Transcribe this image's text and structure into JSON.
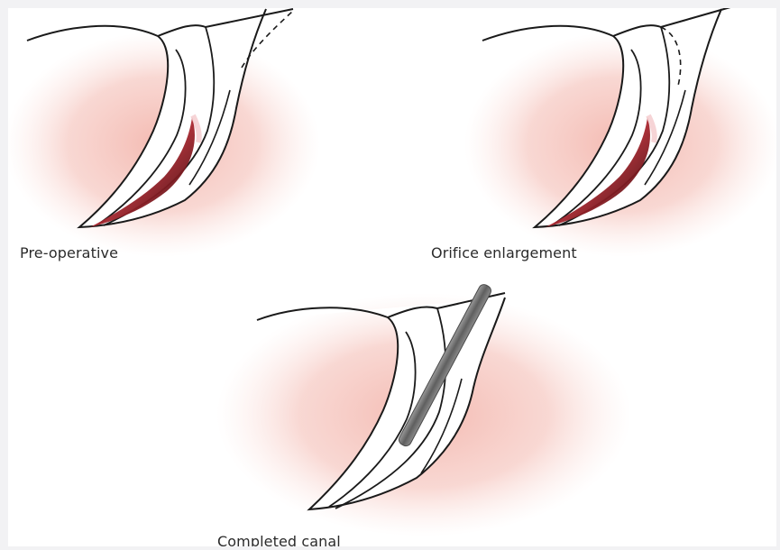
{
  "figure": {
    "panels": [
      {
        "caption": "Pre-operative",
        "dashed_outline": "original"
      },
      {
        "caption": "Orifice enlargement",
        "dashed_outline": "enlarged"
      },
      {
        "caption": "Completed canal",
        "file_inserted": true
      }
    ]
  },
  "colors": {
    "gum": "#f6c4bd",
    "outline": "#1a1a1a",
    "canal_tissue": "#c93a40",
    "file_instrument": "#6b6b6b",
    "caption_text": "#2b2b2b"
  }
}
